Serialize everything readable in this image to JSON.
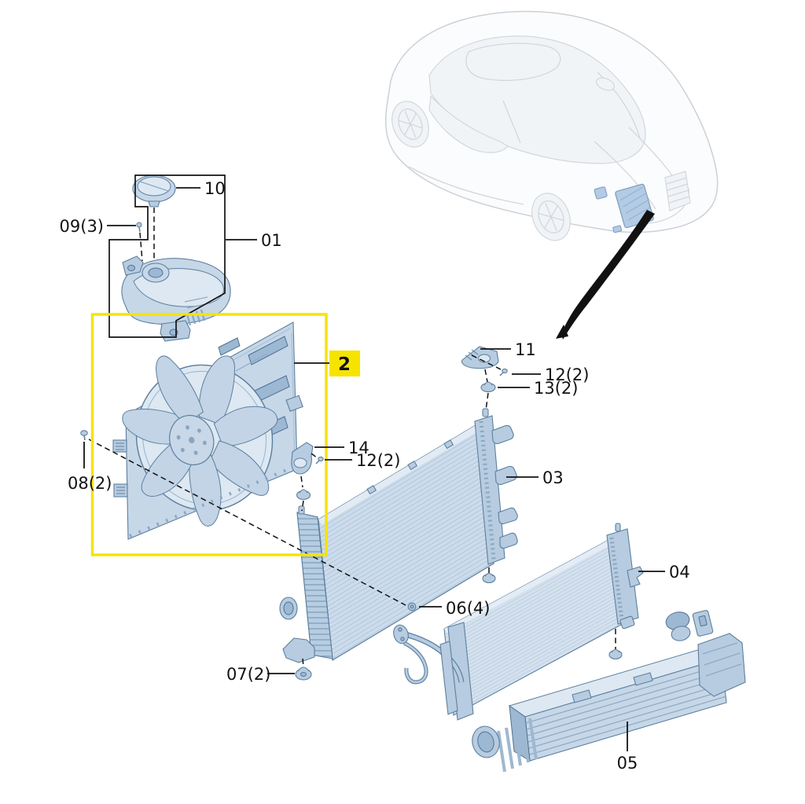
{
  "diagram": {
    "type": "exploded-parts-diagram",
    "highlight_color": "#f6e400",
    "part_fill_color": "#c6d7e8",
    "part_outline_color": "#5d7f9e",
    "label_color": "#121212",
    "car_highlight_color": "#b3cbe4"
  },
  "labels": {
    "cap": {
      "text": "10"
    },
    "tank_screws": {
      "text": "09(3)"
    },
    "expansion_tank": {
      "text": "01"
    },
    "fan_badge": {
      "text": "2"
    },
    "upper_bracket": {
      "text": "11"
    },
    "upper_screw": {
      "text": "12(2)"
    },
    "upper_grommet": {
      "text": "13(2)"
    },
    "left_bracket": {
      "text": "14"
    },
    "left_screw": {
      "text": "12(2)"
    },
    "radiator": {
      "text": "03"
    },
    "shroud_screws": {
      "text": "08(2)"
    },
    "lower_screws": {
      "text": "06(4)"
    },
    "bottom_grommets": {
      "text": "07(2)"
    },
    "condenser": {
      "text": "04"
    },
    "intercooler": {
      "text": "05"
    }
  }
}
